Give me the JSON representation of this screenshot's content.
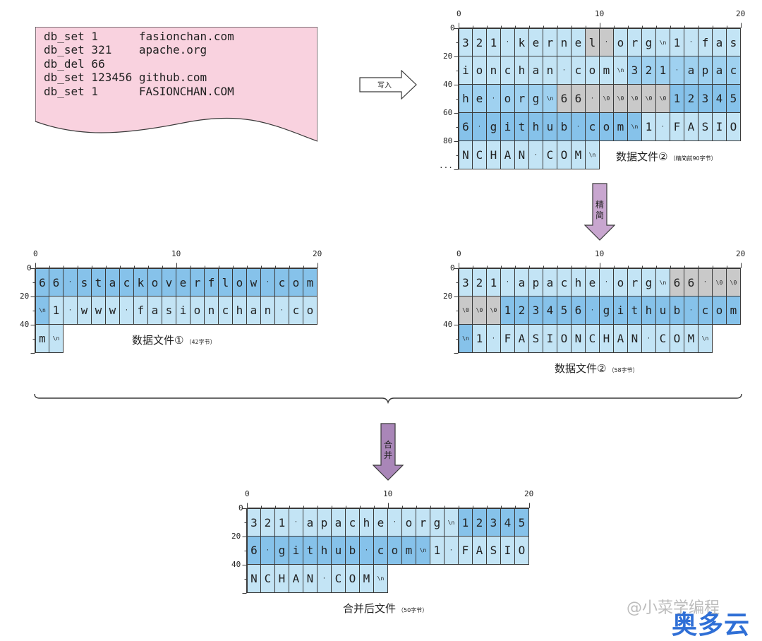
{
  "commands": [
    "db_set 1      fasionchan.com",
    "db_set 321    apache.org",
    "db_del 66",
    "db_set 123456 github.com",
    "db_set 1      FASIONCHAN.COM"
  ],
  "arrows": {
    "write": "写入",
    "compact": "精简",
    "merge": "合并"
  },
  "ruler_x": [
    "0",
    "10",
    "20"
  ],
  "ruler_y": [
    "0",
    "20",
    "40",
    "60",
    "80"
  ],
  "ruler_more": "...",
  "grids": [
    {
      "id": "file2-before",
      "title": "数据文件②",
      "subtitle": "（精简前90字节）",
      "rows": 5,
      "cells": [
        [
          "3",
          "c-light"
        ],
        [
          "2",
          "c-light"
        ],
        [
          "1",
          "c-light"
        ],
        [
          "·",
          "c-light"
        ],
        [
          "k",
          "c-light"
        ],
        [
          "e",
          "c-light"
        ],
        [
          "r",
          "c-light"
        ],
        [
          "n",
          "c-light"
        ],
        [
          "e",
          "c-light"
        ],
        [
          "l",
          "c-gray"
        ],
        [
          "·",
          "c-gray"
        ],
        [
          "o",
          "c-light"
        ],
        [
          "r",
          "c-light"
        ],
        [
          "g",
          "c-light"
        ],
        [
          "\\n",
          "c-light"
        ],
        [
          "1",
          "c-light"
        ],
        [
          "·",
          "c-light"
        ],
        [
          "f",
          "c-light"
        ],
        [
          "a",
          "c-light"
        ],
        [
          "s",
          "c-light"
        ],
        [
          "i",
          "c-light"
        ],
        [
          "o",
          "c-light"
        ],
        [
          "n",
          "c-light"
        ],
        [
          "c",
          "c-light"
        ],
        [
          "h",
          "c-light"
        ],
        [
          "a",
          "c-light"
        ],
        [
          "n",
          "c-light"
        ],
        [
          "·",
          "c-light"
        ],
        [
          "c",
          "c-light"
        ],
        [
          "o",
          "c-light"
        ],
        [
          "m",
          "c-light"
        ],
        [
          "\\n",
          "c-light"
        ],
        [
          "3",
          "c-mid"
        ],
        [
          "2",
          "c-mid"
        ],
        [
          "1",
          "c-mid"
        ],
        [
          "·",
          "c-mid"
        ],
        [
          "a",
          "c-mid"
        ],
        [
          "p",
          "c-mid"
        ],
        [
          "a",
          "c-mid"
        ],
        [
          "c",
          "c-mid"
        ],
        [
          "h",
          "c-mid"
        ],
        [
          "e",
          "c-mid"
        ],
        [
          "·",
          "c-mid"
        ],
        [
          "o",
          "c-mid"
        ],
        [
          "r",
          "c-mid"
        ],
        [
          "g",
          "c-mid"
        ],
        [
          "\\n",
          "c-mid"
        ],
        [
          "6",
          "c-gray"
        ],
        [
          "6",
          "c-gray"
        ],
        [
          "·",
          "c-gray"
        ],
        [
          "\\0",
          "c-gray"
        ],
        [
          "\\0",
          "c-gray"
        ],
        [
          "\\0",
          "c-gray"
        ],
        [
          "\\0",
          "c-gray"
        ],
        [
          "\\0",
          "c-gray"
        ],
        [
          "1",
          "c-dark"
        ],
        [
          "2",
          "c-dark"
        ],
        [
          "3",
          "c-dark"
        ],
        [
          "4",
          "c-dark"
        ],
        [
          "5",
          "c-dark"
        ],
        [
          "6",
          "c-dark"
        ],
        [
          "·",
          "c-dark"
        ],
        [
          "g",
          "c-dark"
        ],
        [
          "i",
          "c-dark"
        ],
        [
          "t",
          "c-dark"
        ],
        [
          "h",
          "c-dark"
        ],
        [
          "u",
          "c-dark"
        ],
        [
          "b",
          "c-dark"
        ],
        [
          "·",
          "c-dark"
        ],
        [
          "c",
          "c-dark"
        ],
        [
          "o",
          "c-dark"
        ],
        [
          "m",
          "c-dark"
        ],
        [
          "\\n",
          "c-dark"
        ],
        [
          "1",
          "c-light"
        ],
        [
          "·",
          "c-light"
        ],
        [
          "F",
          "c-light"
        ],
        [
          "A",
          "c-light"
        ],
        [
          "S",
          "c-light"
        ],
        [
          "I",
          "c-light"
        ],
        [
          "O",
          "c-light"
        ],
        [
          "N",
          "c-light"
        ],
        [
          "C",
          "c-light"
        ],
        [
          "H",
          "c-light"
        ],
        [
          "A",
          "c-light"
        ],
        [
          "N",
          "c-light"
        ],
        [
          "·",
          "c-light"
        ],
        [
          "C",
          "c-light"
        ],
        [
          "O",
          "c-light"
        ],
        [
          "M",
          "c-light"
        ],
        [
          "\\n",
          "c-light"
        ]
      ]
    },
    {
      "id": "file1",
      "title": "数据文件①",
      "subtitle": "（42字节）",
      "rows": 3,
      "cells": [
        [
          "6",
          "c-dark"
        ],
        [
          "6",
          "c-dark"
        ],
        [
          "·",
          "c-dark"
        ],
        [
          "s",
          "c-dark"
        ],
        [
          "t",
          "c-dark"
        ],
        [
          "a",
          "c-dark"
        ],
        [
          "c",
          "c-dark"
        ],
        [
          "k",
          "c-dark"
        ],
        [
          "o",
          "c-dark"
        ],
        [
          "v",
          "c-dark"
        ],
        [
          "e",
          "c-dark"
        ],
        [
          "r",
          "c-dark"
        ],
        [
          "f",
          "c-dark"
        ],
        [
          "l",
          "c-dark"
        ],
        [
          "o",
          "c-dark"
        ],
        [
          "w",
          "c-dark"
        ],
        [
          "·",
          "c-dark"
        ],
        [
          "c",
          "c-dark"
        ],
        [
          "o",
          "c-dark"
        ],
        [
          "m",
          "c-dark"
        ],
        [
          "\\n",
          "c-dark"
        ],
        [
          "1",
          "c-light"
        ],
        [
          "·",
          "c-light"
        ],
        [
          "w",
          "c-light"
        ],
        [
          "w",
          "c-light"
        ],
        [
          "w",
          "c-light"
        ],
        [
          "·",
          "c-light"
        ],
        [
          "f",
          "c-light"
        ],
        [
          "a",
          "c-light"
        ],
        [
          "s",
          "c-light"
        ],
        [
          "i",
          "c-light"
        ],
        [
          "o",
          "c-light"
        ],
        [
          "n",
          "c-light"
        ],
        [
          "c",
          "c-light"
        ],
        [
          "h",
          "c-light"
        ],
        [
          "a",
          "c-light"
        ],
        [
          "n",
          "c-light"
        ],
        [
          "·",
          "c-light"
        ],
        [
          "c",
          "c-light"
        ],
        [
          "o",
          "c-light"
        ],
        [
          "m",
          "c-light"
        ],
        [
          "\\n",
          "c-light"
        ]
      ]
    },
    {
      "id": "file2-after",
      "title": "数据文件②",
      "subtitle": "（58字节）",
      "rows": 3,
      "cells": [
        [
          "3",
          "c-light"
        ],
        [
          "2",
          "c-light"
        ],
        [
          "1",
          "c-light"
        ],
        [
          "·",
          "c-light"
        ],
        [
          "a",
          "c-light"
        ],
        [
          "p",
          "c-light"
        ],
        [
          "a",
          "c-light"
        ],
        [
          "c",
          "c-light"
        ],
        [
          "h",
          "c-light"
        ],
        [
          "e",
          "c-light"
        ],
        [
          "·",
          "c-light"
        ],
        [
          "o",
          "c-light"
        ],
        [
          "r",
          "c-light"
        ],
        [
          "g",
          "c-light"
        ],
        [
          "\\n",
          "c-light"
        ],
        [
          "6",
          "c-gray"
        ],
        [
          "6",
          "c-gray"
        ],
        [
          "·",
          "c-gray"
        ],
        [
          "\\0",
          "c-gray"
        ],
        [
          "\\0",
          "c-gray"
        ],
        [
          "\\0",
          "c-gray"
        ],
        [
          "\\0",
          "c-gray"
        ],
        [
          "\\0",
          "c-gray"
        ],
        [
          "1",
          "c-dark"
        ],
        [
          "2",
          "c-dark"
        ],
        [
          "3",
          "c-dark"
        ],
        [
          "4",
          "c-dark"
        ],
        [
          "5",
          "c-dark"
        ],
        [
          "6",
          "c-dark"
        ],
        [
          "·",
          "c-dark"
        ],
        [
          "g",
          "c-dark"
        ],
        [
          "i",
          "c-dark"
        ],
        [
          "t",
          "c-dark"
        ],
        [
          "h",
          "c-dark"
        ],
        [
          "u",
          "c-dark"
        ],
        [
          "b",
          "c-dark"
        ],
        [
          "·",
          "c-dark"
        ],
        [
          "c",
          "c-dark"
        ],
        [
          "o",
          "c-dark"
        ],
        [
          "m",
          "c-dark"
        ],
        [
          "\\n",
          "c-dark"
        ],
        [
          "1",
          "c-light"
        ],
        [
          "·",
          "c-light"
        ],
        [
          "F",
          "c-light"
        ],
        [
          "A",
          "c-light"
        ],
        [
          "S",
          "c-light"
        ],
        [
          "I",
          "c-light"
        ],
        [
          "O",
          "c-light"
        ],
        [
          "N",
          "c-light"
        ],
        [
          "C",
          "c-light"
        ],
        [
          "H",
          "c-light"
        ],
        [
          "A",
          "c-light"
        ],
        [
          "N",
          "c-light"
        ],
        [
          "·",
          "c-light"
        ],
        [
          "C",
          "c-light"
        ],
        [
          "O",
          "c-light"
        ],
        [
          "M",
          "c-light"
        ],
        [
          "\\n",
          "c-light"
        ]
      ]
    },
    {
      "id": "merged",
      "title": "合并后文件",
      "subtitle": "（50字节）",
      "rows": 3,
      "cells": [
        [
          "3",
          "c-light"
        ],
        [
          "2",
          "c-light"
        ],
        [
          "1",
          "c-light"
        ],
        [
          "·",
          "c-light"
        ],
        [
          "a",
          "c-light"
        ],
        [
          "p",
          "c-light"
        ],
        [
          "a",
          "c-light"
        ],
        [
          "c",
          "c-light"
        ],
        [
          "h",
          "c-light"
        ],
        [
          "e",
          "c-light"
        ],
        [
          "·",
          "c-light"
        ],
        [
          "o",
          "c-light"
        ],
        [
          "r",
          "c-light"
        ],
        [
          "g",
          "c-light"
        ],
        [
          "\\n",
          "c-light"
        ],
        [
          "1",
          "c-dark"
        ],
        [
          "2",
          "c-dark"
        ],
        [
          "3",
          "c-dark"
        ],
        [
          "4",
          "c-dark"
        ],
        [
          "5",
          "c-dark"
        ],
        [
          "6",
          "c-dark"
        ],
        [
          "·",
          "c-dark"
        ],
        [
          "g",
          "c-dark"
        ],
        [
          "i",
          "c-dark"
        ],
        [
          "t",
          "c-dark"
        ],
        [
          "h",
          "c-dark"
        ],
        [
          "u",
          "c-dark"
        ],
        [
          "b",
          "c-dark"
        ],
        [
          "·",
          "c-dark"
        ],
        [
          "c",
          "c-dark"
        ],
        [
          "o",
          "c-dark"
        ],
        [
          "m",
          "c-dark"
        ],
        [
          "\\n",
          "c-dark"
        ],
        [
          "1",
          "c-light"
        ],
        [
          "·",
          "c-light"
        ],
        [
          "F",
          "c-light"
        ],
        [
          "A",
          "c-light"
        ],
        [
          "S",
          "c-light"
        ],
        [
          "I",
          "c-light"
        ],
        [
          "O",
          "c-light"
        ],
        [
          "N",
          "c-light"
        ],
        [
          "C",
          "c-light"
        ],
        [
          "H",
          "c-light"
        ],
        [
          "A",
          "c-light"
        ],
        [
          "N",
          "c-light"
        ],
        [
          "·",
          "c-light"
        ],
        [
          "C",
          "c-light"
        ],
        [
          "O",
          "c-light"
        ],
        [
          "M",
          "c-light"
        ],
        [
          "\\n",
          "c-light"
        ]
      ]
    }
  ],
  "watermark": {
    "author": "@小菜学编程",
    "brand": "奥多云"
  }
}
